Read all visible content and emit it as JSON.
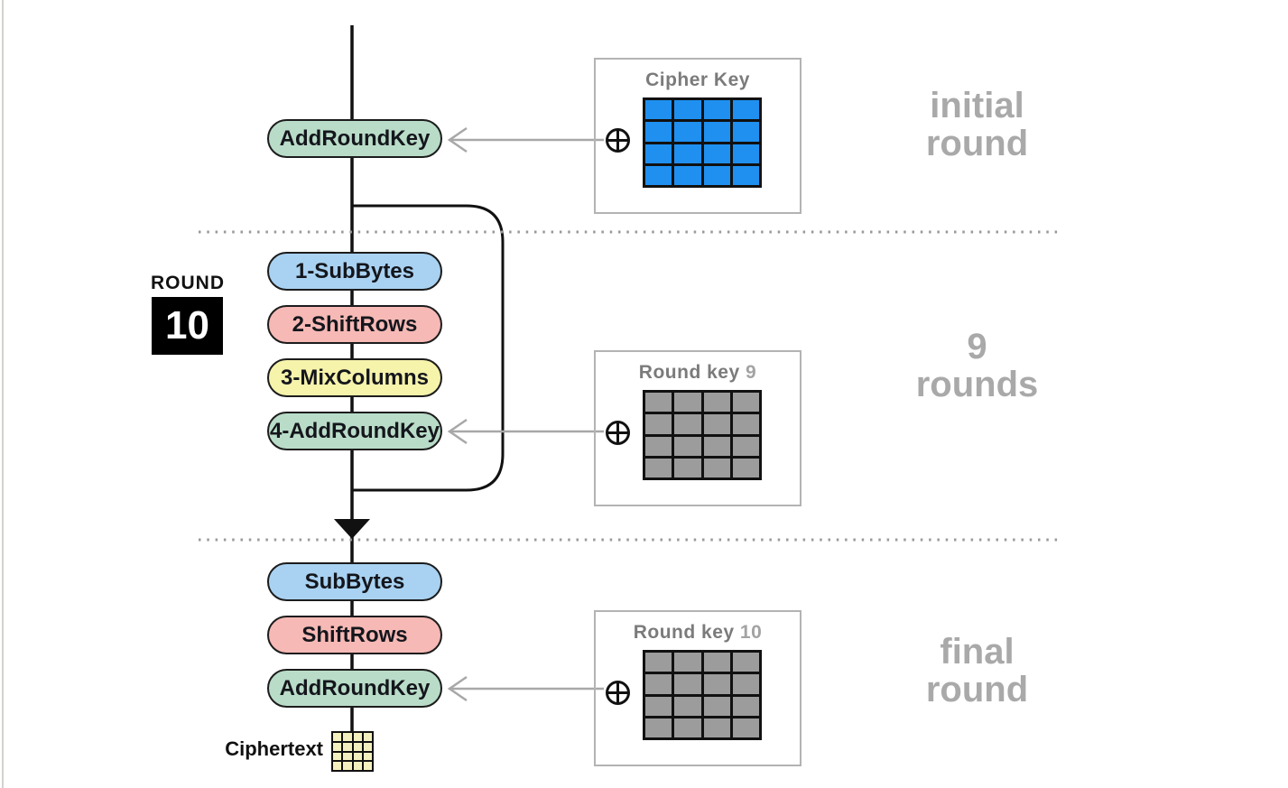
{
  "round_badge": {
    "label": "ROUND",
    "number": "10"
  },
  "sections": {
    "initial": {
      "label_line1": "initial",
      "label_line2": "round",
      "steps": [
        {
          "label": "AddRoundKey",
          "color": "green"
        }
      ],
      "key_box": {
        "title": "Cipher Key",
        "number": "",
        "grid": "4x4-blue"
      }
    },
    "main": {
      "label_line1": "9",
      "label_line2": "rounds",
      "steps": [
        {
          "label": "1-SubBytes",
          "color": "blue"
        },
        {
          "label": "2-ShiftRows",
          "color": "pink"
        },
        {
          "label": "3-MixColumns",
          "color": "yellow"
        },
        {
          "label": "4-AddRoundKey",
          "color": "green"
        }
      ],
      "key_box": {
        "title": "Round key",
        "number": "9",
        "grid": "4x4-gray"
      }
    },
    "final": {
      "label_line1": "final",
      "label_line2": "round",
      "steps": [
        {
          "label": "SubBytes",
          "color": "blue"
        },
        {
          "label": "ShiftRows",
          "color": "pink"
        },
        {
          "label": "AddRoundKey",
          "color": "green"
        }
      ],
      "key_box": {
        "title": "Round key",
        "number": "10",
        "grid": "4x4-gray"
      }
    }
  },
  "ciphertext": {
    "label": "Ciphertext",
    "grid": "4x4-pale-yellow"
  },
  "icons": {
    "xor_symbol": "⊕",
    "arrow_style": "open-chevron-left",
    "merge_arrow": "solid-triangle-down"
  },
  "colors": {
    "step_green": "#b9dcc8",
    "step_blue": "#a9d2f2",
    "step_pink": "#f6b9b5",
    "step_yellow": "#f6f3ab",
    "key_grid_blue": "#1f90f0",
    "key_grid_gray": "#9c9c9c",
    "ciphertext_grid": "#f5f1bf",
    "section_label_gray": "#a9a9a9",
    "flow_line_black": "#111111",
    "arrow_gray": "#a8a8a8",
    "box_border_gray": "#b3b3b3"
  }
}
